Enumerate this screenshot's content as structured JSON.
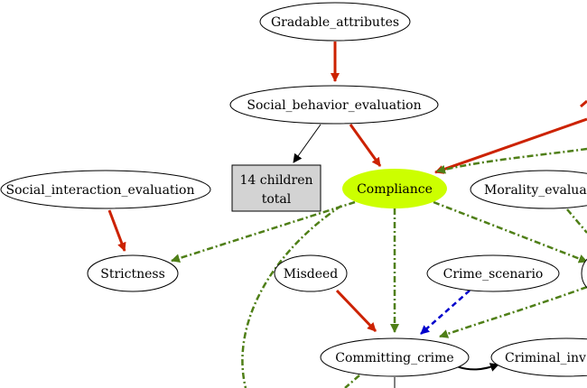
{
  "diagram": {
    "nodes": {
      "gradable_attributes": "Gradable_attributes",
      "social_behavior_evaluation": "Social_behavior_evaluation",
      "children_total_line1": "14 children",
      "children_total_line2": "total",
      "compliance": "Compliance",
      "social_interaction_evaluation": "Social_interaction_evaluation",
      "morality_evaluation": "Morality_evalua",
      "strictness": "Strictness",
      "misdeed": "Misdeed",
      "crime_scenario": "Crime_scenario",
      "committing_crime": "Committing_crime",
      "criminal_investigation": "Criminal_inv"
    },
    "colors": {
      "background": "#ffffff",
      "node_fill": "#ffffff",
      "node_stroke": "#000000",
      "highlight_fill": "#ccff00",
      "summary_box_fill": "#d3d3d3",
      "inheritance_edge": "#cc2200",
      "using_edge": "#4f7f17",
      "perspective_edge": "#0000cc",
      "precedes_edge": "#000000",
      "subframe_edge": "#000000"
    }
  }
}
